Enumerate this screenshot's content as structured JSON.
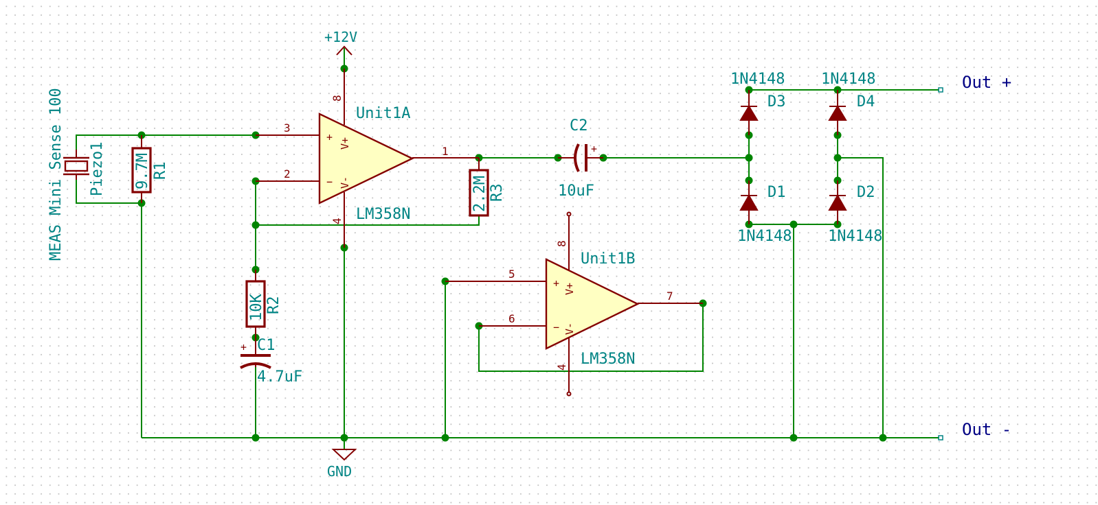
{
  "power": {
    "vcc": "+12V",
    "gnd": "GND"
  },
  "sensor": {
    "value": "MEAS Mini Sense 100",
    "ref": "Piezo1"
  },
  "r1": {
    "ref": "R1",
    "value": "9.7M"
  },
  "r2": {
    "ref": "R2",
    "value": "10K"
  },
  "r3": {
    "ref": "R3",
    "value": "2.2M"
  },
  "c1": {
    "ref": "C1",
    "value": "4.7uF"
  },
  "c2": {
    "ref": "C2",
    "value": "10uF"
  },
  "u1a": {
    "ref": "Unit1A",
    "value": "LM358N",
    "pins": {
      "in_plus": "3",
      "in_minus": "2",
      "out": "1",
      "vplus": "8",
      "vminus": "4"
    }
  },
  "u1b": {
    "ref": "Unit1B",
    "value": "LM358N",
    "pins": {
      "in_plus": "5",
      "in_minus": "6",
      "out": "7",
      "vplus": "8",
      "vminus": "4"
    }
  },
  "opamp_pin_names": {
    "vplus": "V+",
    "vminus": "V-"
  },
  "d1": {
    "ref": "D1",
    "value": "1N4148"
  },
  "d2": {
    "ref": "D2",
    "value": "1N4148"
  },
  "d3": {
    "ref": "D3",
    "value": "1N4148"
  },
  "d4": {
    "ref": "D4",
    "value": "1N4148"
  },
  "outputs": {
    "plus": "Out +",
    "minus": "Out -"
  },
  "colors": {
    "wire": "#008400",
    "component": "#840000",
    "label": "#008484",
    "connector": "#000084",
    "fill": "#ffffc2"
  }
}
